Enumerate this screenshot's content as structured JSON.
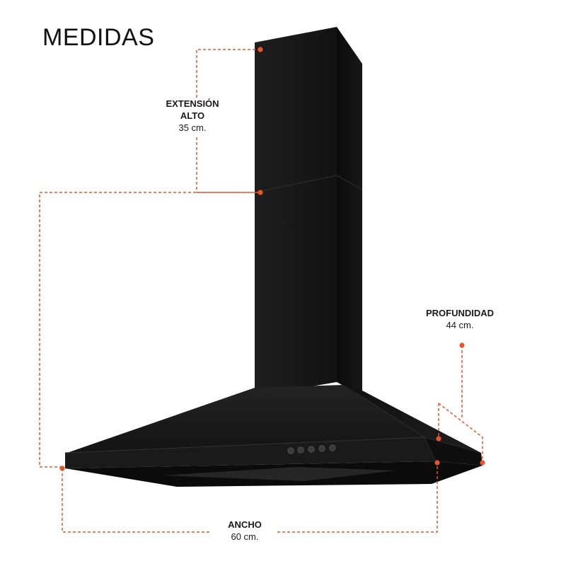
{
  "title": "MEDIDAS",
  "accent_color": "#e8542b",
  "product_color": "#151515",
  "dimensions": {
    "extension": {
      "line1": "EXTENSIÓN",
      "line2": "ALTO",
      "value": "35 cm."
    },
    "profundidad": {
      "label": "PROFUNDIDAD",
      "value": "44 cm."
    },
    "ancho": {
      "label": "ANCHO",
      "value": "60 cm."
    }
  },
  "control_buttons": 5
}
